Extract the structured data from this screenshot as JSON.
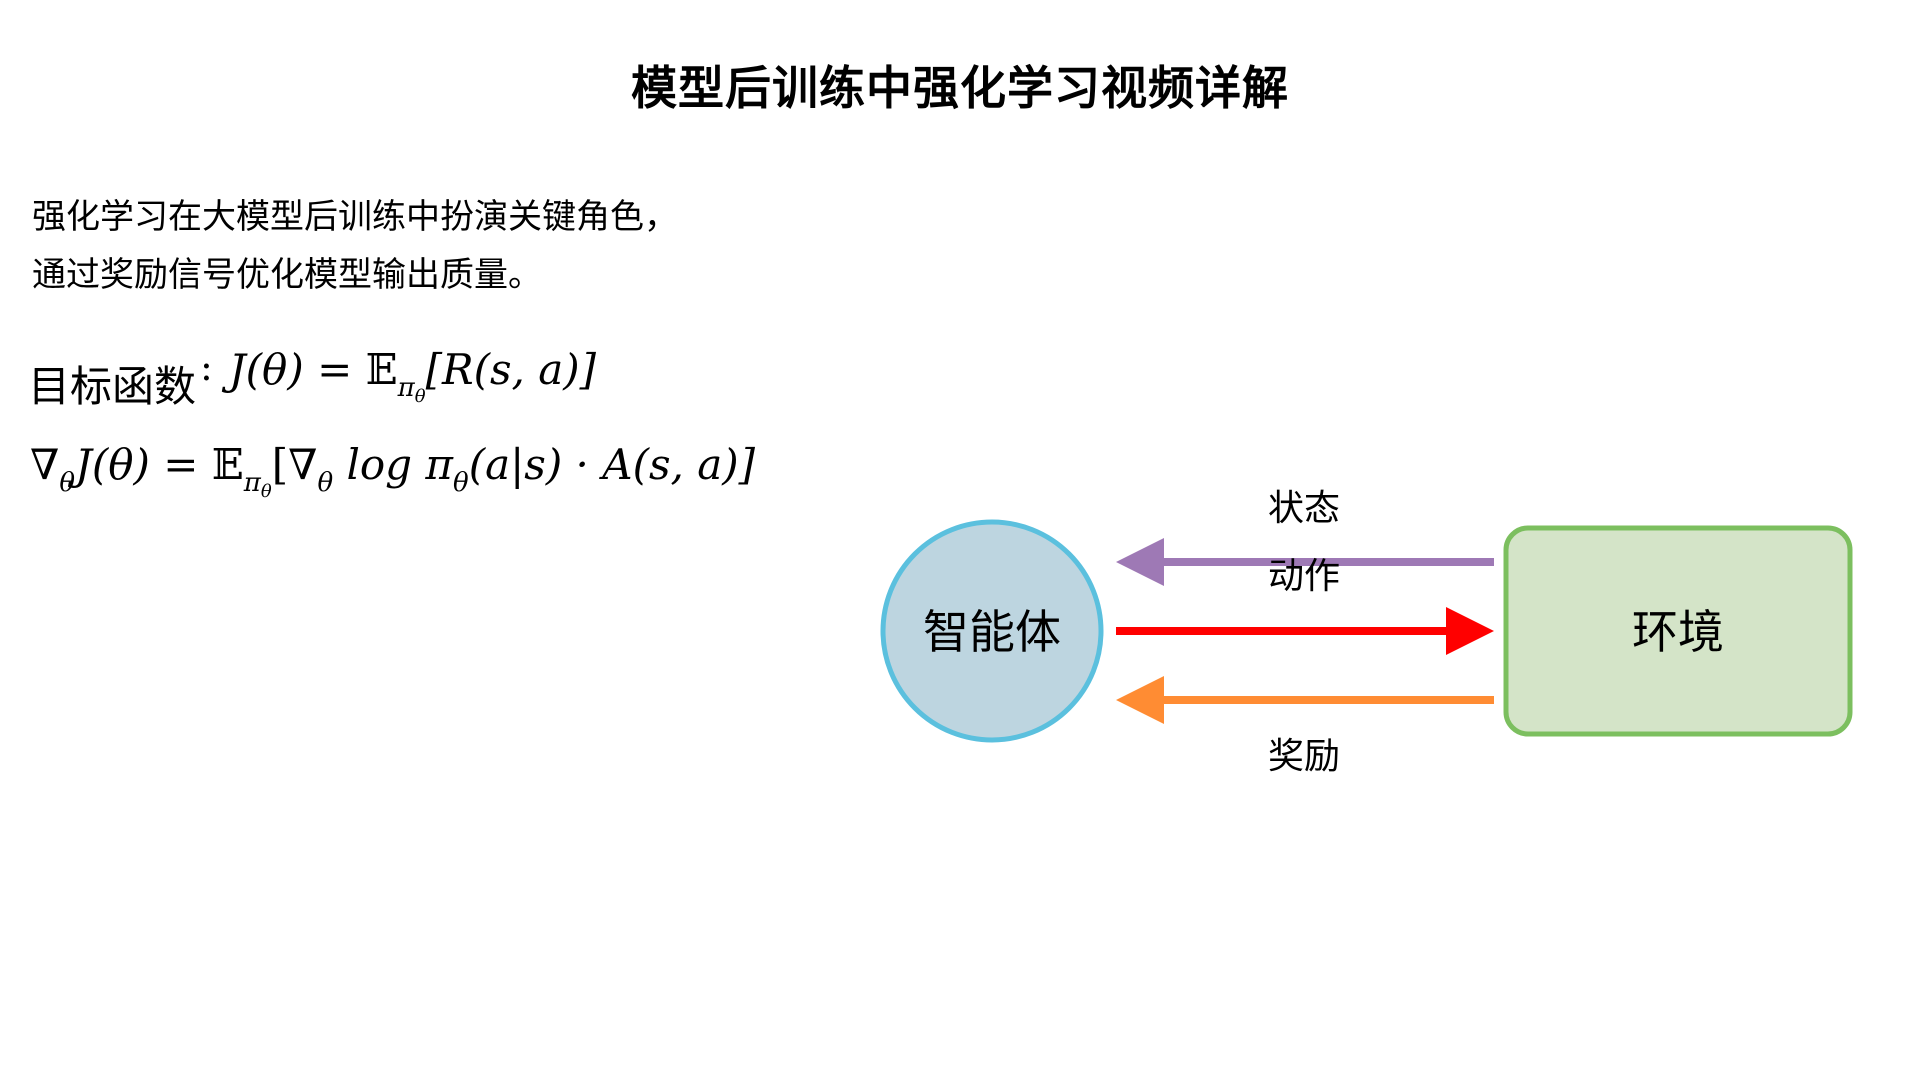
{
  "title": "模型后训练中强化学习视频详解",
  "intro": {
    "line1": "强化学习在大模型后训练中扮演关键角色，",
    "line2": "通过奖励信号优化模型输出质量。"
  },
  "objective": {
    "label": "目标函数",
    "colon": ":",
    "lhs": "J(θ) = ",
    "expect": "𝔼",
    "pi": "π",
    "theta": "θ",
    "rhs": "[R(s, a)]"
  },
  "gradient": {
    "nabla": "∇",
    "theta": "θ",
    "part1": "J(θ) = ",
    "expect": "𝔼",
    "pi": "π",
    "part2": "[∇",
    "part3": " log π",
    "part4": "(a|s) · A(s, a)]"
  },
  "diagram": {
    "agent_label": "智能体",
    "env_label": "环境",
    "state_label": "状态",
    "action_label": "动作",
    "reward_label": "奖励",
    "colors": {
      "agent_fill": "#bdd5e0",
      "agent_stroke": "#5bc0de",
      "env_fill": "#d4e4c8",
      "env_stroke": "#7cbf5f",
      "state_arrow": "#9e79b5",
      "action_arrow": "#ff0000",
      "reward_arrow": "#ff8c33"
    }
  }
}
